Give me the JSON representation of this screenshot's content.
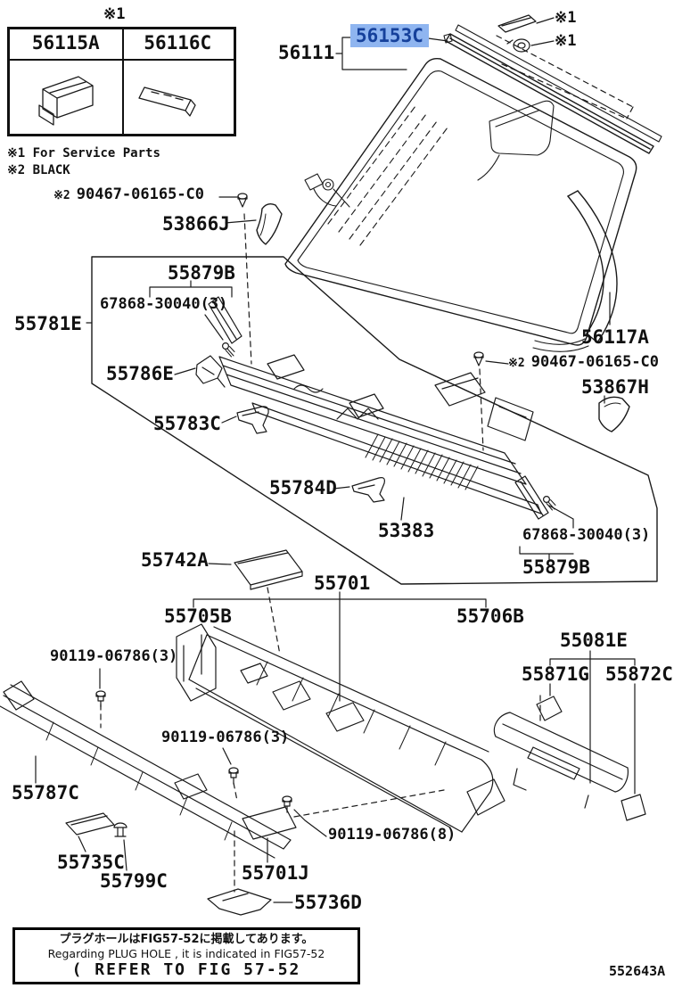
{
  "inset": {
    "marker": "※1",
    "cells": [
      {
        "part": "56115A"
      },
      {
        "part": "56116C"
      }
    ]
  },
  "notes": {
    "service": "※1 For Service Parts",
    "black": "※2 BLACK"
  },
  "part_labels": [
    {
      "text": "56111"
    },
    {
      "text": "56153C",
      "highlighted": true
    },
    {
      "text": "※1"
    },
    {
      "text": "※1"
    },
    {
      "prefix": "※2",
      "text": "90467-06165-C0"
    },
    {
      "text": "53866J"
    },
    {
      "text": "55879B"
    },
    {
      "text": "67868-30040(3)"
    },
    {
      "text": "55781E"
    },
    {
      "text": "55786E"
    },
    {
      "text": "55783C"
    },
    {
      "text": "55784D"
    },
    {
      "text": "53383"
    },
    {
      "text": "56117A"
    },
    {
      "prefix": "※2",
      "text": "90467-06165-C0"
    },
    {
      "text": "53867H"
    },
    {
      "text": "67868-30040(3)"
    },
    {
      "text": "55879B"
    },
    {
      "text": "55742A"
    },
    {
      "text": "55701"
    },
    {
      "text": "55705B"
    },
    {
      "text": "55706B"
    },
    {
      "text": "55081E"
    },
    {
      "text": "55871G"
    },
    {
      "text": "55872C"
    },
    {
      "text": "90119-06786(3)"
    },
    {
      "text": "90119-06786(3)"
    },
    {
      "text": "55787C"
    },
    {
      "text": "90119-06786(8)"
    },
    {
      "text": "55735C"
    },
    {
      "text": "55799C"
    },
    {
      "text": "55701J"
    },
    {
      "text": "55736D"
    }
  ],
  "footer": {
    "jp": "プラグホールはFIG57-52に掲載してあります。",
    "en": "Regarding PLUG HOLE , it is indicated in FIG57-52",
    "refer": "( REFER TO FIG 57-52"
  },
  "diagram_code": "552643A",
  "colors": {
    "line": "#1a1a1a",
    "highlight_bg": "#8fb5f0",
    "highlight_text": "#16419b"
  }
}
